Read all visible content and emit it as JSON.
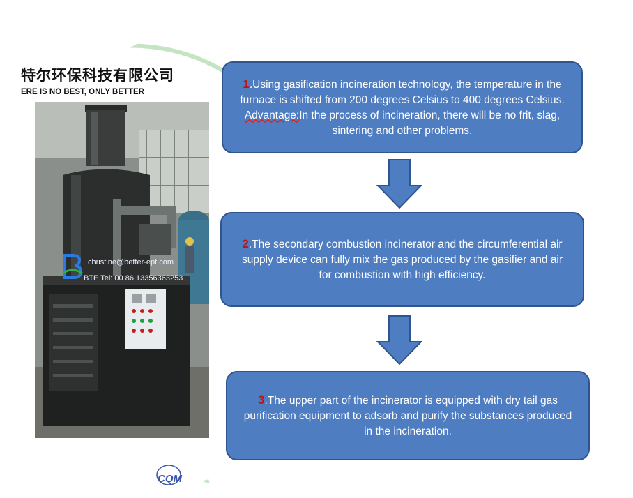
{
  "company": {
    "cn_name": "特尔环保科技有限公司",
    "slogan": "ERE IS NO BEST, ONLY BETTER",
    "email": "christine@better-ept.com",
    "tel": "BTE Tel: 00 86 13356363253",
    "cert_logo": "CQM"
  },
  "steps": [
    {
      "number": "1",
      "text": ".Using gasification incineration technology, the temperature in the furnace is shifted from 200 degrees Celsius to 400 degrees Celsius.",
      "advantage_label": "Advantage:",
      "advantage_text": "In the process of incineration, there will be no frit, slag, sintering and other problems."
    },
    {
      "number": "2",
      "text": ".The secondary combustion incinerator and the circumferential air supply device can fully mix the gas produced by the gasifier and air for combustion with high efficiency."
    },
    {
      "number": "3",
      "text": ".The upper part of the incinerator is equipped with dry tail gas purification equipment to adsorb and purify the substances produced in the incineration."
    }
  ],
  "colors": {
    "box_fill": "#4e7dc2",
    "box_border": "#2f558e",
    "number_red": "#c0140f",
    "arrow_fill": "#4e7dc2"
  },
  "icons": [
    "down-arrow-icon",
    "bte-logo-icon",
    "cqm-logo-icon"
  ]
}
